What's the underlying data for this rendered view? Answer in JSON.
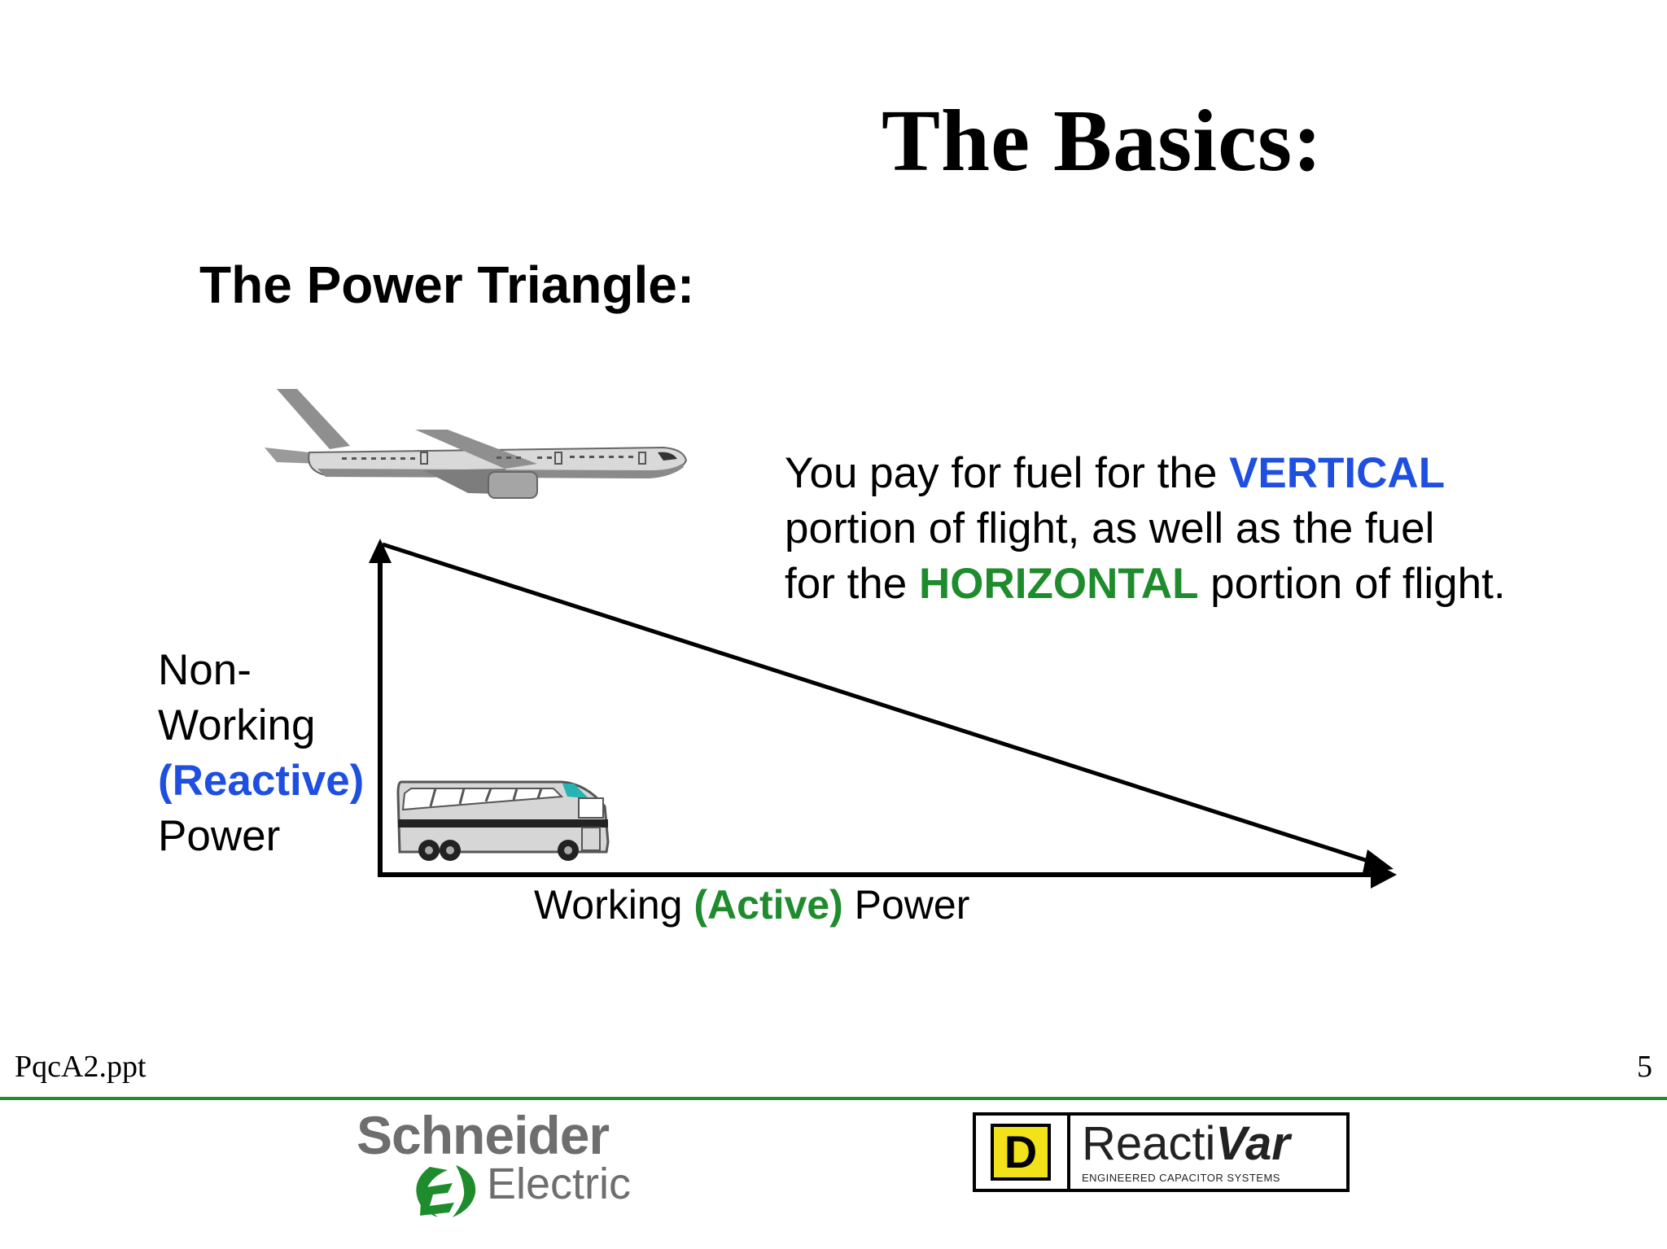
{
  "slide": {
    "title": "The Basics:",
    "subtitle": "The Power Triangle:"
  },
  "explanation": {
    "line1_prefix": "You pay for fuel for the ",
    "line1_emphasis": "VERTICAL",
    "line2": "portion of flight, as well as the fuel",
    "line3_prefix": "for the ",
    "line3_emphasis": "HORIZONTAL",
    "line3_suffix": " portion of flight."
  },
  "diagram": {
    "vertical_axis_label": {
      "line1": "Non-",
      "line2": "Working",
      "line3": "(Reactive)",
      "line4": "Power"
    },
    "horizontal_axis_label": {
      "prefix": "Working ",
      "emphasis": "(Active)",
      "suffix": " Power"
    },
    "images": [
      "airplane",
      "bus"
    ]
  },
  "footer": {
    "file_name": "PqcA2.ppt",
    "page_number": "5"
  },
  "logos": {
    "schneider_line1": "Schneider",
    "schneider_line2": "Electric",
    "reactivar_d": "D",
    "reactivar_part1": "Reacti",
    "reactivar_part2": "Var",
    "reactivar_tagline": "ENGINEERED CAPACITOR SYSTEMS"
  },
  "colors": {
    "reactive_blue": "#1f4fe0",
    "active_green": "#1e8c2c",
    "footer_rule": "#1e8c2c"
  }
}
